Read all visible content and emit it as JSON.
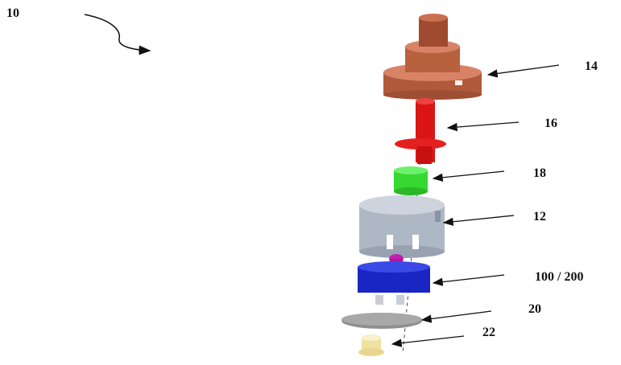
{
  "figure": {
    "assembly_ref": "10",
    "parts": [
      {
        "ref": "14",
        "name": "top-cap",
        "color": "#c8714f"
      },
      {
        "ref": "16",
        "name": "spindle",
        "color": "#e01b1b"
      },
      {
        "ref": "18",
        "name": "collar",
        "color": "#3fe83a"
      },
      {
        "ref": "12",
        "name": "housing",
        "color": "#b7c0cc"
      },
      {
        "ref": "100 / 200",
        "name": "base-block",
        "color": "#1f2fd6"
      },
      {
        "ref": "20",
        "name": "disc",
        "color": "#8a8a8a"
      },
      {
        "ref": "22",
        "name": "pin",
        "color": "#f3e6a8"
      }
    ],
    "accent_colors": {
      "pin_top": "#c21fb0"
    }
  }
}
